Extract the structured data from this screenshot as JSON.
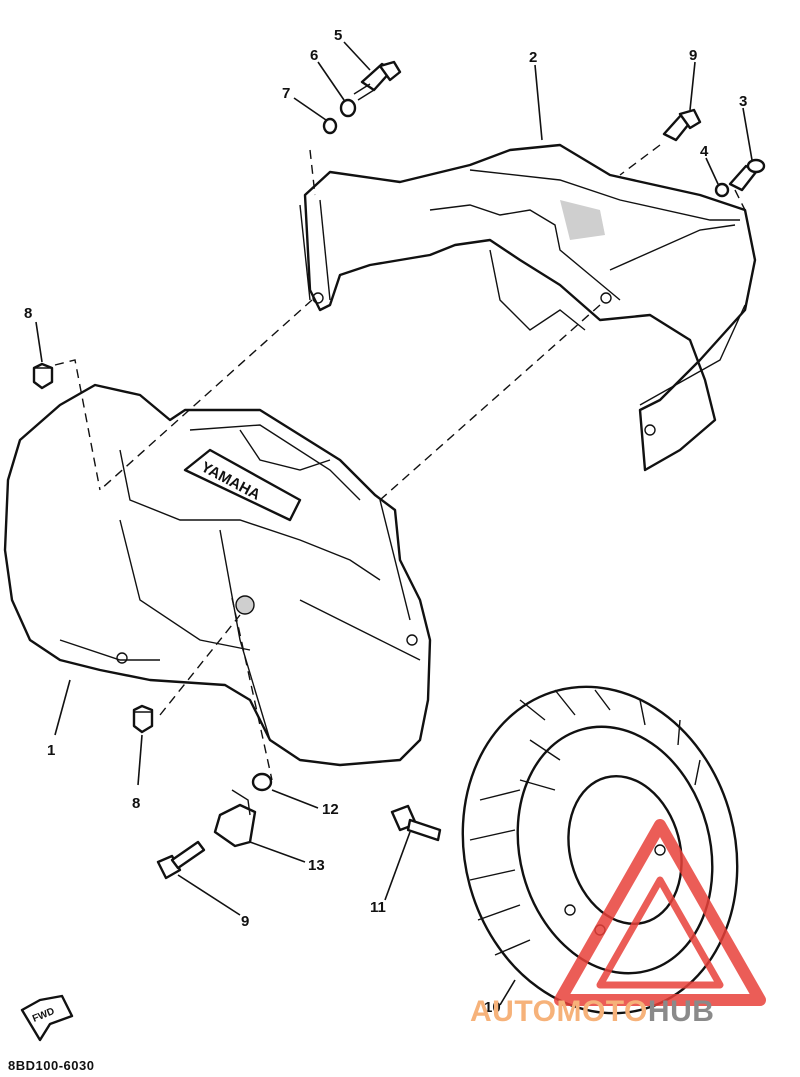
{
  "callouts": [
    {
      "id": "1",
      "text": "1"
    },
    {
      "id": "2",
      "text": "2"
    },
    {
      "id": "3",
      "text": "3"
    },
    {
      "id": "4",
      "text": "4"
    },
    {
      "id": "5",
      "text": "5"
    },
    {
      "id": "6",
      "text": "6"
    },
    {
      "id": "7",
      "text": "7"
    },
    {
      "id": "8a",
      "text": "8"
    },
    {
      "id": "8b",
      "text": "8"
    },
    {
      "id": "9a",
      "text": "9"
    },
    {
      "id": "9b",
      "text": "9"
    },
    {
      "id": "10",
      "text": "10"
    },
    {
      "id": "11",
      "text": "11"
    },
    {
      "id": "12",
      "text": "12"
    },
    {
      "id": "13",
      "text": "13"
    }
  ],
  "cover_logo": "YAMAHA",
  "fwd_label": "FWD",
  "diagram_code": "8BD100-6030",
  "watermark": {
    "part_a": "AUTOMOTO",
    "part_b": "HUB",
    "color_a": "#f6b27a",
    "color_b": "#8a8a8a",
    "triangle_color": "#e8413a"
  }
}
